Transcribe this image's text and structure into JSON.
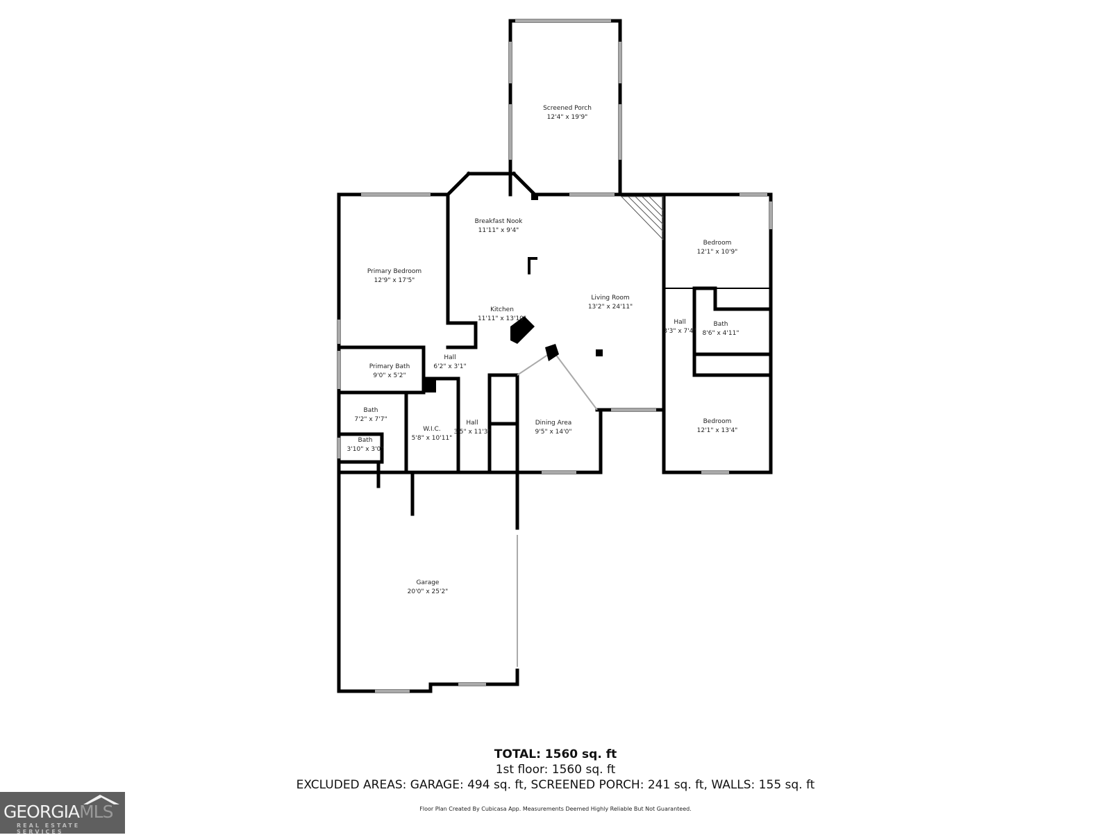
{
  "rooms": [
    {
      "name": "Screened Porch",
      "dims": "12'4\" x 19'9\""
    },
    {
      "name": "Breakfast Nook",
      "dims": "11'11\" x 9'4\""
    },
    {
      "name": "Primary Bedroom",
      "dims": "12'9\" x 17'5\""
    },
    {
      "name": "Kitchen",
      "dims": "11'11\" x 13'10\""
    },
    {
      "name": "Living Room",
      "dims": "13'2\" x 24'11\""
    },
    {
      "name": "Bedroom",
      "dims": "12'1\" x 10'9\""
    },
    {
      "name": "Hall",
      "dims": "3'3\" x 7'4\""
    },
    {
      "name": "Bath",
      "dims": "8'6\" x 4'11\""
    },
    {
      "name": "Primary Bath",
      "dims": "9'0\" x 5'2\""
    },
    {
      "name": "Hall",
      "dims": "6'2\" x 3'1\""
    },
    {
      "name": "Bath",
      "dims": "7'2\" x 7'7\""
    },
    {
      "name": "W.I.C.",
      "dims": "5'8\" x 10'11\""
    },
    {
      "name": "Hall",
      "dims": "3'5\" x 11'3\""
    },
    {
      "name": "Bath",
      "dims": "3'10\" x 3'0\""
    },
    {
      "name": "Dining Area",
      "dims": "9'5\" x 14'0\""
    },
    {
      "name": "Bedroom",
      "dims": "12'1\" x 13'4\""
    },
    {
      "name": "Garage",
      "dims": "20'0\" x 25'2\""
    }
  ],
  "summary": {
    "total": "TOTAL: 1560 sq. ft",
    "floor": "1st floor: 1560 sq. ft",
    "excluded": "EXCLUDED AREAS: GARAGE: 494 sq. ft, SCREENED PORCH: 241 sq. ft, WALLS: 155 sq. ft"
  },
  "disclaimer": "Floor Plan Created By Cubicasa App. Measurements Deemed Highly Reliable But Not Guaranteed.",
  "logo": {
    "brand_main": "GEORGIA",
    "brand_accent": "MLS",
    "tagline": "REAL ESTATE SERVICES"
  },
  "colors": {
    "wall": "#000000",
    "window": "#bbbbbb",
    "background": "#ffffff",
    "logo_bg": "#5f5f5f"
  }
}
